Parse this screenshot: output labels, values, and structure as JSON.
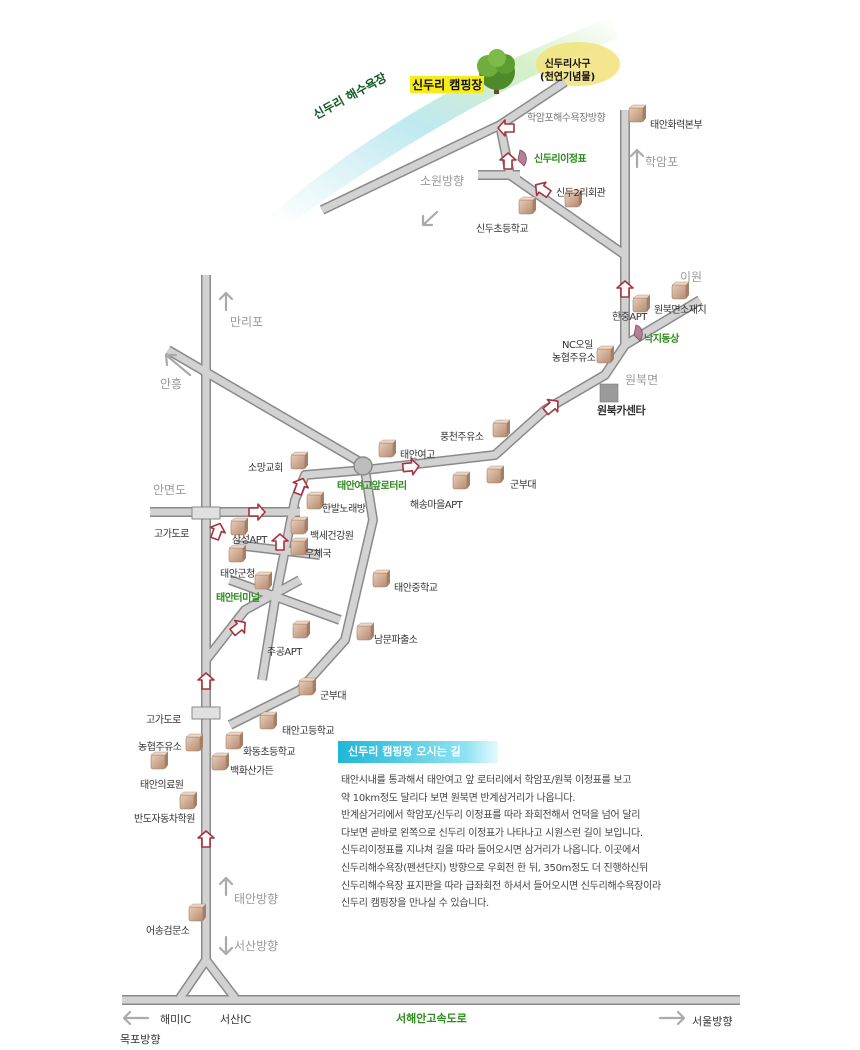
{
  "camping": {
    "name": "신두리 캠핑장"
  },
  "beach": {
    "name": "신두리 해수욕장"
  },
  "sagu": {
    "line1": "신두리사구",
    "line2": "(천연기념물)"
  },
  "places": {
    "hakampo_beach_dir": "학암포해수욕장방향",
    "sinduri_sign": "신두리이정표",
    "sowon_dir": "소원방향",
    "sindu2ri_hall": "신두2리회관",
    "sindu_elementary": "신두초등학교",
    "taean_power": "태안화력본부",
    "hakampo": "학암포",
    "iwon": "이원",
    "wonbuk_office": "원북면소재지",
    "hanjung_apt": "한중APT",
    "nakji_dong": "낙지동상",
    "nc_oil_1": "NC오일",
    "nc_oil_2": "농협주유소",
    "wonbuk_myeon": "원북면",
    "wonbuk_car": "원북카센타",
    "malipo": "만리포",
    "anheung": "안흥",
    "pungcheon_gas": "풍천주유소",
    "taean_girls_high": "태안여고",
    "somang_church": "소망교회",
    "rotary": "태안여고앞로터리",
    "military_1": "군부대",
    "haesong_apt": "해송마을APT",
    "anmyeondo": "안면도",
    "hanbal_karaoke": "한발노래방",
    "overpass_1": "고가도로",
    "samsung_apt": "삼성APT",
    "baekse_clinic": "백세건강원",
    "post_office": "우체국",
    "taean_county": "태안군청",
    "taean_terminal": "태안터미널",
    "taean_middle": "태안중학교",
    "jugong_apt": "주공APT",
    "nammun_police": "남문파출소",
    "military_2": "군부대",
    "overpass_2": "고가도로",
    "taean_high": "태안고등학교",
    "nonghyup_gas": "농협주유소",
    "hwadong_elementary": "화동초등학교",
    "taean_medical": "태안의료원",
    "baekhwa_garden": "백화산가든",
    "bando_driving": "반도자동차학원",
    "taean_dir": "태안방향",
    "eosong_checkpoint": "어송검문소",
    "seosan_dir": "서산방향"
  },
  "bottom": {
    "haemi_ic": "해미IC",
    "seosan_ic": "서산IC",
    "expressway": "서해안고속도로",
    "seoul_dir": "서울방향",
    "mokpo_dir": "목포방향"
  },
  "guide": {
    "title": "신두리 캠핑장 오시는 길",
    "lines": [
      "태안시내를 통과해서 태안여고 앞 로터리에서 학암포/원북 이정표를 보고",
      "약 10km정도 달리다 보면 원북면 반계삼거리가 나옵니다.",
      "반계삼거리에서 학암포/신두리 이정표를 따라 좌회전해서 언덕을 넘어 달리",
      "다보면 곧바로 왼쪽으로 신두리 이정표가 나타나고 시원스런 길이 보입니다.",
      "신두리이정표를 지나쳐 길을 따라 들어오시면 삼거리가 나옵니다. 이곳에서",
      "신두리해수욕장(펜션단지) 방향으로 우회전 한 뒤, 350m정도 더 진행하신뒤",
      "신두리해수욕장 표지판을 따라 급좌회전 하셔서 들어오시면 신두리해수욕장이라",
      "신두리 캠핑장을 만나실 수 있습니다."
    ]
  },
  "colors": {
    "road": "#c9c9c9",
    "road_edge": "#8a8a8a",
    "route_arrow": "#a8323e",
    "green_label": "#2e8b1e",
    "building": "#c8a48a"
  },
  "icons": [
    "tree-icon",
    "building-icon",
    "route-arrow-icon",
    "direction-arrow-icon",
    "sign-icon"
  ]
}
